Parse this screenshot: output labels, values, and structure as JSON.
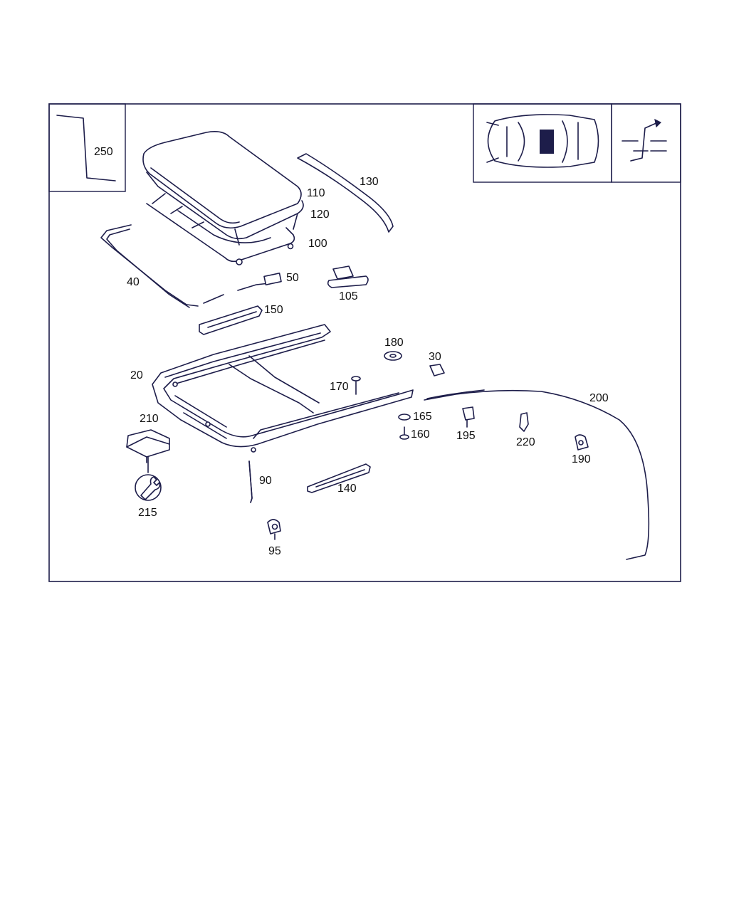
{
  "diagram": {
    "labels": {
      "p250": "250",
      "p130": "130",
      "p110": "110",
      "p120": "120",
      "p100": "100",
      "p40": "40",
      "p50": "50",
      "p105": "105",
      "p150": "150",
      "p180": "180",
      "p30": "30",
      "p20": "20",
      "p170": "170",
      "p200": "200",
      "p165": "165",
      "p160": "160",
      "p195": "195",
      "p220": "220",
      "p190": "190",
      "p210": "210",
      "p90": "90",
      "p140": "140",
      "p215": "215",
      "p95": "95"
    },
    "colors": {
      "line": "#1d1d4a",
      "background": "#ffffff",
      "text": "#111111"
    },
    "icons": [
      "car-top-view-icon",
      "revision-symbol-icon",
      "wrench-icon"
    ]
  }
}
